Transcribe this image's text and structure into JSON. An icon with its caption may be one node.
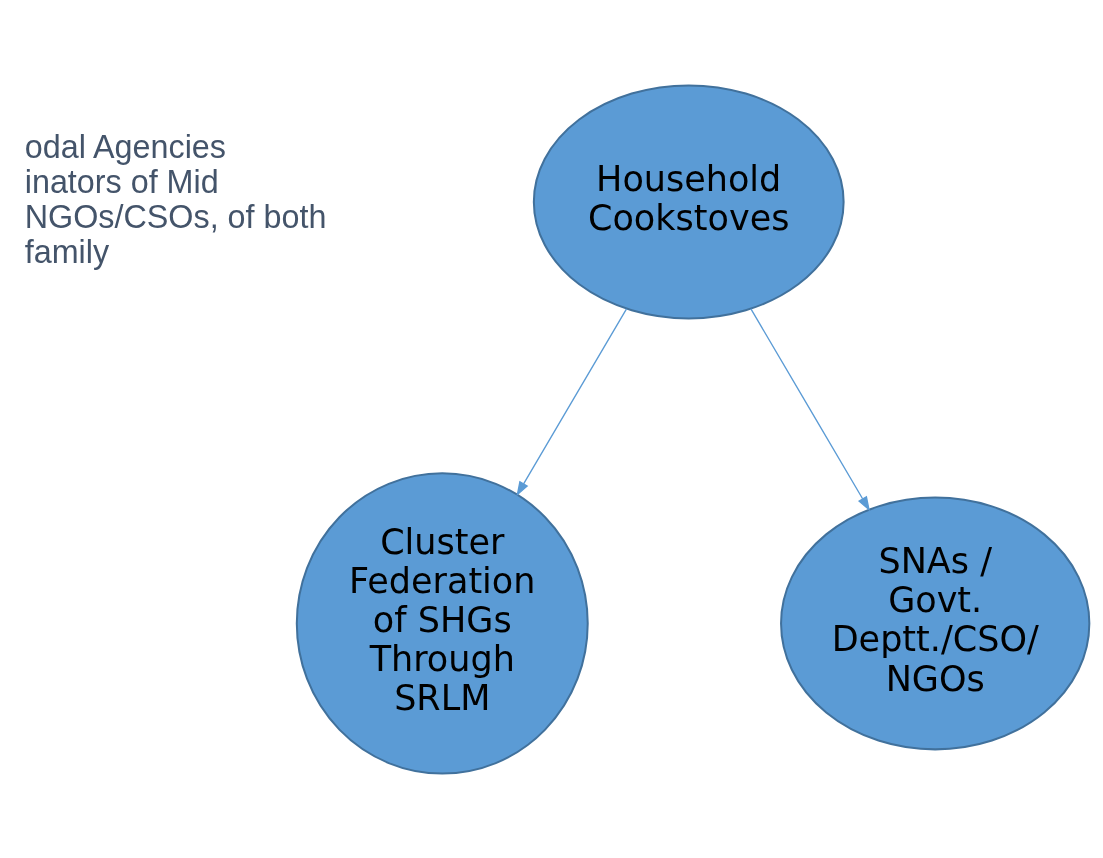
{
  "diagram": {
    "nodes": [
      {
        "text": [
          "Household Cookstoves"
        ]
      },
      {
        "text": [
          "Cluster Federation of SHGs Through SRLM"
        ]
      },
      {
        "text": [
          "SNAs / Govt. Deptt./CSO/ NGOs"
        ]
      }
    ],
    "edges": [
      {
        "from": 0,
        "to": 1,
        "arrow": "to"
      },
      {
        "from": 0,
        "to": 2,
        "arrow": "to"
      }
    ],
    "labels": [
      "odal Agencies inators of Mid NGOs/CSOs, of both family"
    ]
  }
}
